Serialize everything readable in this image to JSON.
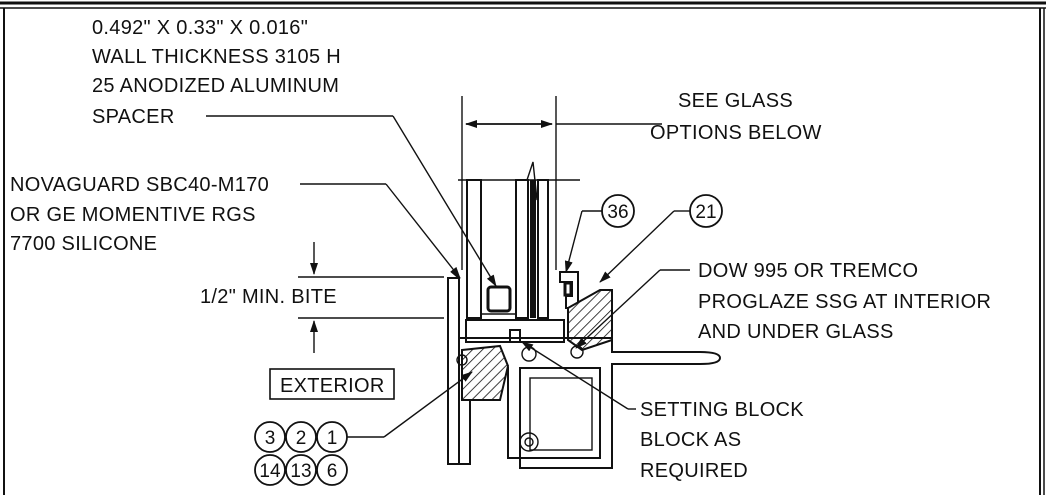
{
  "notes": {
    "spacer": [
      "0.492\" X 0.33\" X 0.016\"",
      "WALL THICKNESS 3105 H",
      "25 ANODIZED ALUMINUM",
      "SPACER"
    ],
    "glass_options": [
      "SEE GLASS",
      "OPTIONS BELOW"
    ],
    "silicone": [
      "NOVAGUARD SBC40-M170",
      "OR GE MOMENTIVE RGS",
      "7700 SILICONE"
    ],
    "bite": [
      "1/2\" MIN. BITE"
    ],
    "sealant": [
      "DOW 995 OR TREMCO",
      "PROGLAZE SSG AT INTERIOR",
      "AND UNDER GLASS"
    ],
    "exterior": "EXTERIOR",
    "setting_block": [
      "SETTING BLOCK",
      "BLOCK AS",
      "REQUIRED"
    ]
  },
  "callouts": {
    "upper": [
      "36",
      "21"
    ],
    "lower_row1": [
      "3",
      "2",
      "1"
    ],
    "lower_row2": [
      "14",
      "13",
      "6"
    ]
  }
}
